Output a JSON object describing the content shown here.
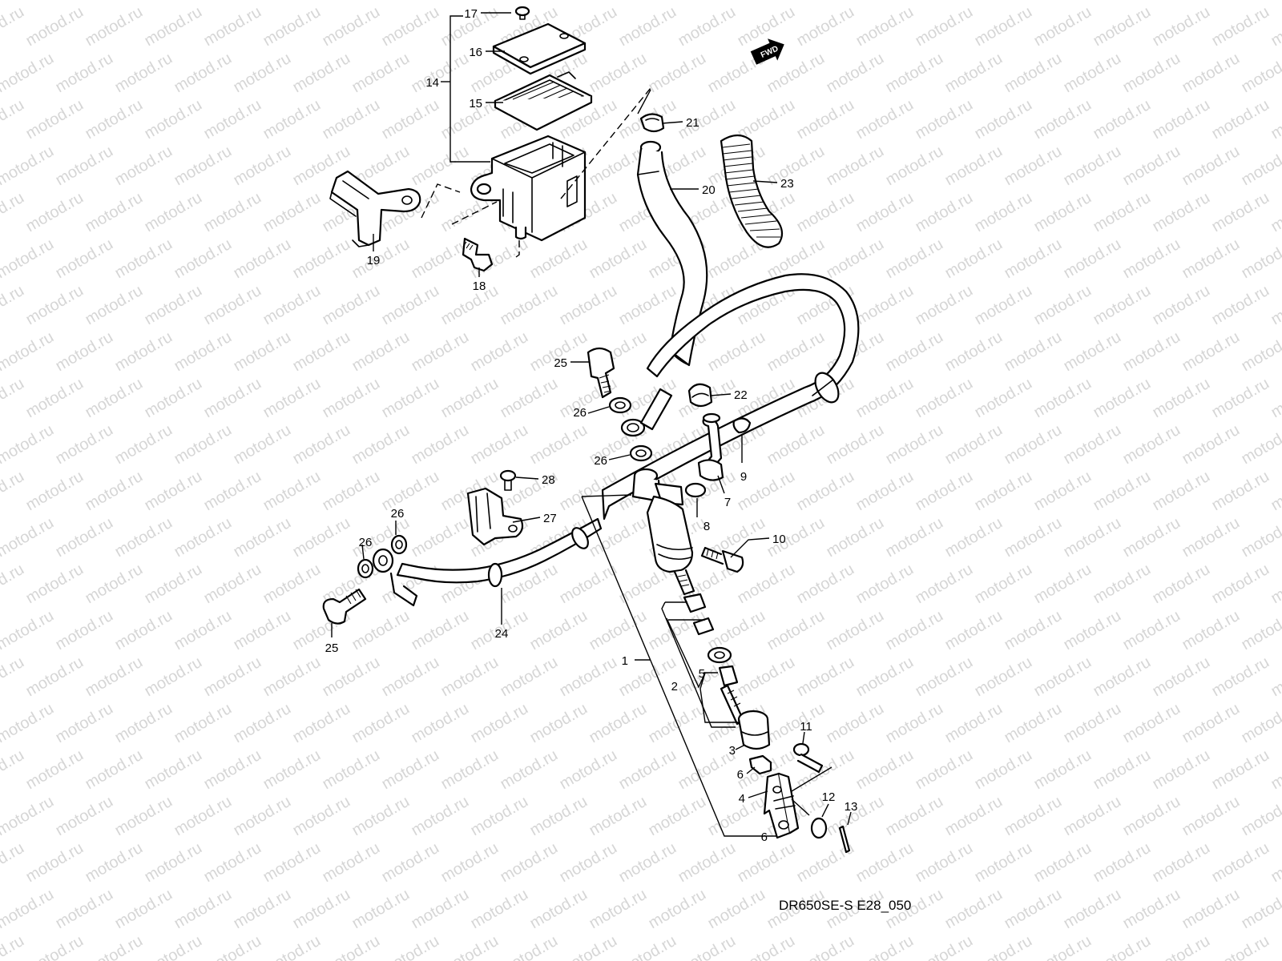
{
  "watermark": {
    "text": "motod.ru"
  },
  "fwd_marker": {
    "label": "FWD"
  },
  "diagram_code": "DR650SE-S E28_050",
  "callouts": {
    "c1": "1",
    "c2": "2",
    "c3": "3",
    "c4": "4",
    "c5": "5",
    "c6a": "6",
    "c6b": "6",
    "c7": "7",
    "c8": "8",
    "c9": "9",
    "c10": "10",
    "c11": "11",
    "c12": "12",
    "c13": "13",
    "c14": "14",
    "c15": "15",
    "c16": "16",
    "c17": "17",
    "c18": "18",
    "c19": "19",
    "c20": "20",
    "c21": "21",
    "c22": "22",
    "c23": "23",
    "c24": "24",
    "c25a": "25",
    "c25b": "25",
    "c26a": "26",
    "c26b": "26",
    "c26c": "26",
    "c26d": "26",
    "c27": "27",
    "c28": "28"
  }
}
